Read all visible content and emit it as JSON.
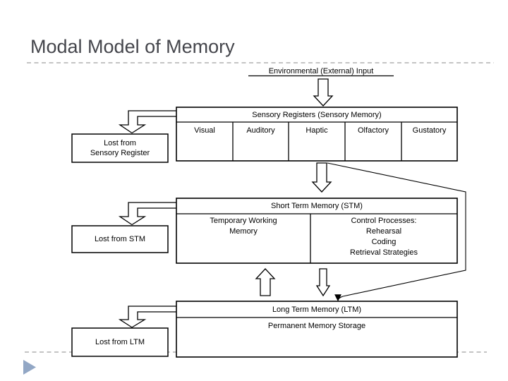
{
  "slide": {
    "title": "Modal Model of Memory"
  },
  "diagram": {
    "env_input": {
      "label": "Environmental (External) Input"
    },
    "sensory": {
      "header": "Sensory Registers (Sensory Memory)",
      "columns": [
        "Visual",
        "Auditory",
        "Haptic",
        "Olfactory",
        "Gustatory"
      ]
    },
    "lost_sensory": {
      "lines": [
        "Lost from",
        "Sensory Register"
      ]
    },
    "stm": {
      "header": "Short Term Memory (STM)",
      "working": {
        "lines": [
          "Temporary Working",
          "Memory"
        ]
      },
      "control": {
        "lines": [
          "Control Processes:",
          "Rehearsal",
          "Coding",
          "Retrieval Strategies"
        ]
      }
    },
    "lost_stm": {
      "label": "Lost from STM"
    },
    "ltm": {
      "header": "Long Term Memory (LTM)",
      "storage": "Permanent Memory Storage"
    },
    "lost_ltm": {
      "label": "Lost from LTM"
    }
  },
  "decor": {
    "triangle_color": "#92a7c5",
    "dash_color": "#b0b0b0",
    "title_color": "#45464c",
    "border_color": "#000000"
  }
}
